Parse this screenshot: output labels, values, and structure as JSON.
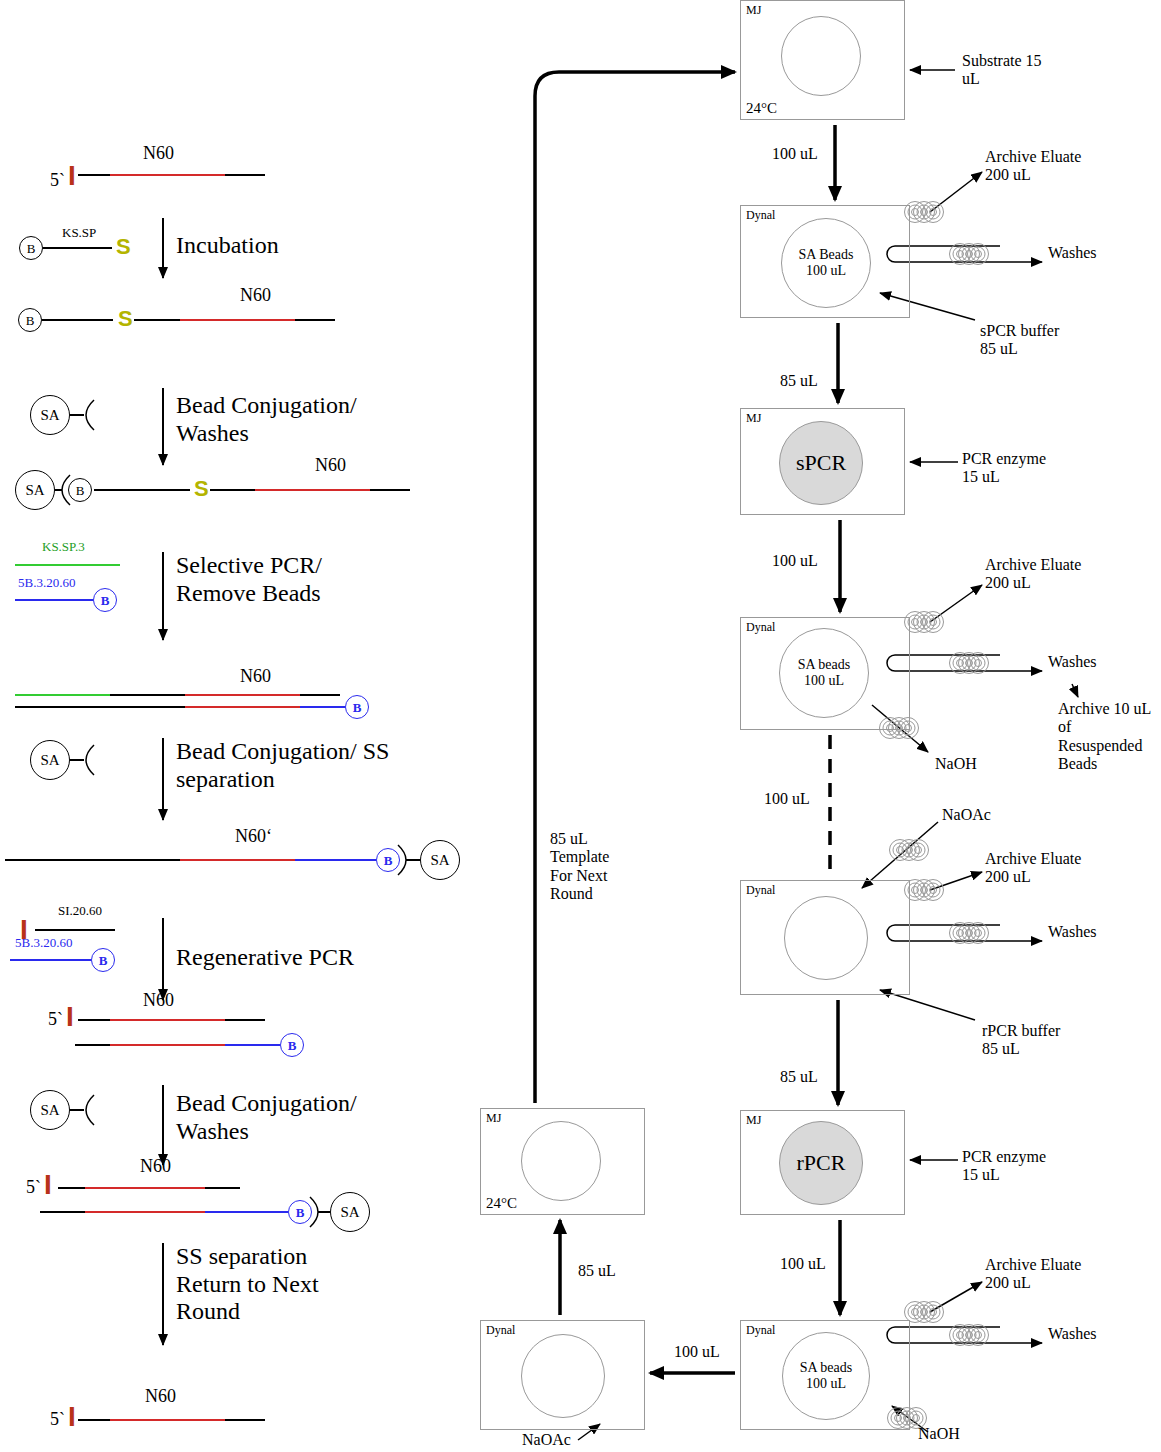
{
  "diagram": {
    "nodes": [
      {
        "text": [
          "B"
        ]
      },
      {
        "text": [
          "B"
        ]
      },
      {
        "text": [
          "SA"
        ]
      },
      {
        "text": [
          "SA"
        ]
      },
      {
        "text": [
          "B"
        ]
      },
      {
        "text": [
          "B"
        ]
      },
      {
        "text": [
          "B"
        ]
      },
      {
        "text": [
          "SA"
        ]
      },
      {
        "text": [
          "B"
        ]
      },
      {
        "text": [
          "SA"
        ]
      },
      {
        "text": [
          "B"
        ]
      },
      {
        "text": [
          "B"
        ]
      },
      {
        "text": [
          "SA"
        ]
      },
      {
        "text": [
          "B"
        ]
      },
      {
        "text": [
          "SA"
        ]
      },
      {
        "text": [
          "MJ",
          "24°C"
        ]
      },
      {
        "text": [
          "Dynal"
        ]
      },
      {
        "text": [
          "SA Beads 100 uL"
        ],
        "in": 16
      },
      {
        "text": [
          "MJ"
        ]
      },
      {
        "text": [
          "sPCR"
        ],
        "in": 18
      },
      {
        "text": [
          "Dynal"
        ]
      },
      {
        "text": [
          "SA beads 100 uL"
        ],
        "in": 20
      },
      {
        "text": [
          "Dynal"
        ]
      },
      {
        "text": [
          "MJ"
        ]
      },
      {
        "text": [
          "rPCR"
        ],
        "in": 23
      },
      {
        "text": [
          "Dynal"
        ]
      },
      {
        "text": [
          "SA beads 100 uL"
        ],
        "in": 25
      },
      {
        "text": [
          "Dynal"
        ]
      },
      {
        "text": [
          "MJ",
          "24°C"
        ]
      }
    ],
    "edges": [
      {
        "from": 15,
        "to": 16,
        "arrow": "to",
        "label": "100 uL"
      },
      {
        "from": 16,
        "to": 18,
        "arrow": "to",
        "label": "85 uL"
      },
      {
        "from": 18,
        "to": 20,
        "arrow": "to",
        "label": "100 uL"
      },
      {
        "from": 20,
        "to": 22,
        "arrow": "none",
        "label": "100 uL"
      },
      {
        "from": 22,
        "to": 23,
        "arrow": "to",
        "label": "85 uL"
      },
      {
        "from": 23,
        "to": 25,
        "arrow": "to",
        "label": "100 uL"
      },
      {
        "from": 25,
        "to": 27,
        "arrow": "to",
        "label": "100 uL"
      },
      {
        "from": 27,
        "to": 28,
        "arrow": "to",
        "label": "85 uL"
      },
      {
        "from": 28,
        "to": 15,
        "arrow": "to",
        "label": "85 uL Template For Next Round"
      }
    ],
    "labels": [
      "5`",
      "I",
      "N60",
      "KS.SP",
      "S",
      "Incubation",
      "S",
      "N60",
      "Bead Conjugation/ Washes",
      "S",
      "N60",
      "KS.SP.3",
      "5B.3.20.60",
      "Selective PCR/ Remove Beads",
      "N60",
      "Bead Conjugation/ SS separation",
      "N60‘",
      "I",
      "SI.20.60",
      "5B.3.20.60",
      "Regenerative PCR",
      "5`",
      "I",
      "N60",
      "Bead Conjugation/ Washes",
      "5`",
      "I",
      "N60",
      "SS separation Return to Next Round",
      "5`",
      "I",
      "N60",
      "Substrate 15 uL",
      "Archive Eluate 200 uL",
      "Washes",
      "sPCR buffer 85 uL",
      "PCR enzyme 15 uL",
      "Archive Eluate 200 uL",
      "Washes",
      "Archive 10 uL of Resuspended Beads",
      "NaOH",
      "NaOAc",
      "Archive Eluate 200 uL",
      "Washes",
      "rPCR buffer 85 uL",
      "PCR enzyme 15 uL",
      "Archive Eluate 200 uL",
      "Washes",
      "NaOH",
      "NaOAc"
    ]
  }
}
